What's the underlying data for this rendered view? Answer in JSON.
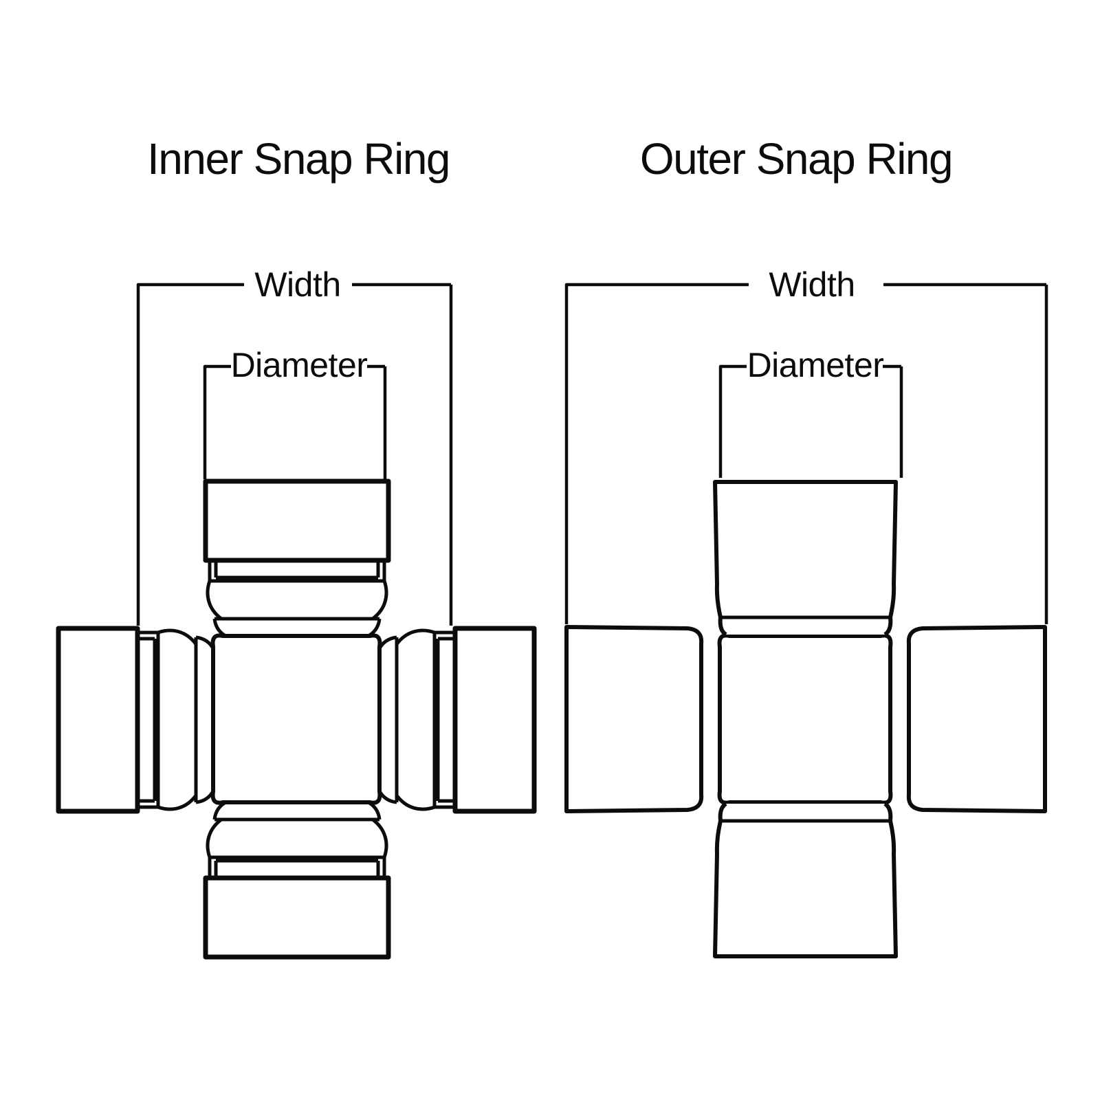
{
  "canvas": {
    "background": "#ffffff",
    "line_color": "#0c0c0c"
  },
  "diagrams": [
    {
      "id": "inner",
      "title": "Inner Snap Ring",
      "labels": {
        "width": "Width",
        "diameter": "Diameter"
      }
    },
    {
      "id": "outer",
      "title": "Outer Snap Ring",
      "labels": {
        "width": "Width",
        "diameter": "Diameter"
      }
    }
  ]
}
